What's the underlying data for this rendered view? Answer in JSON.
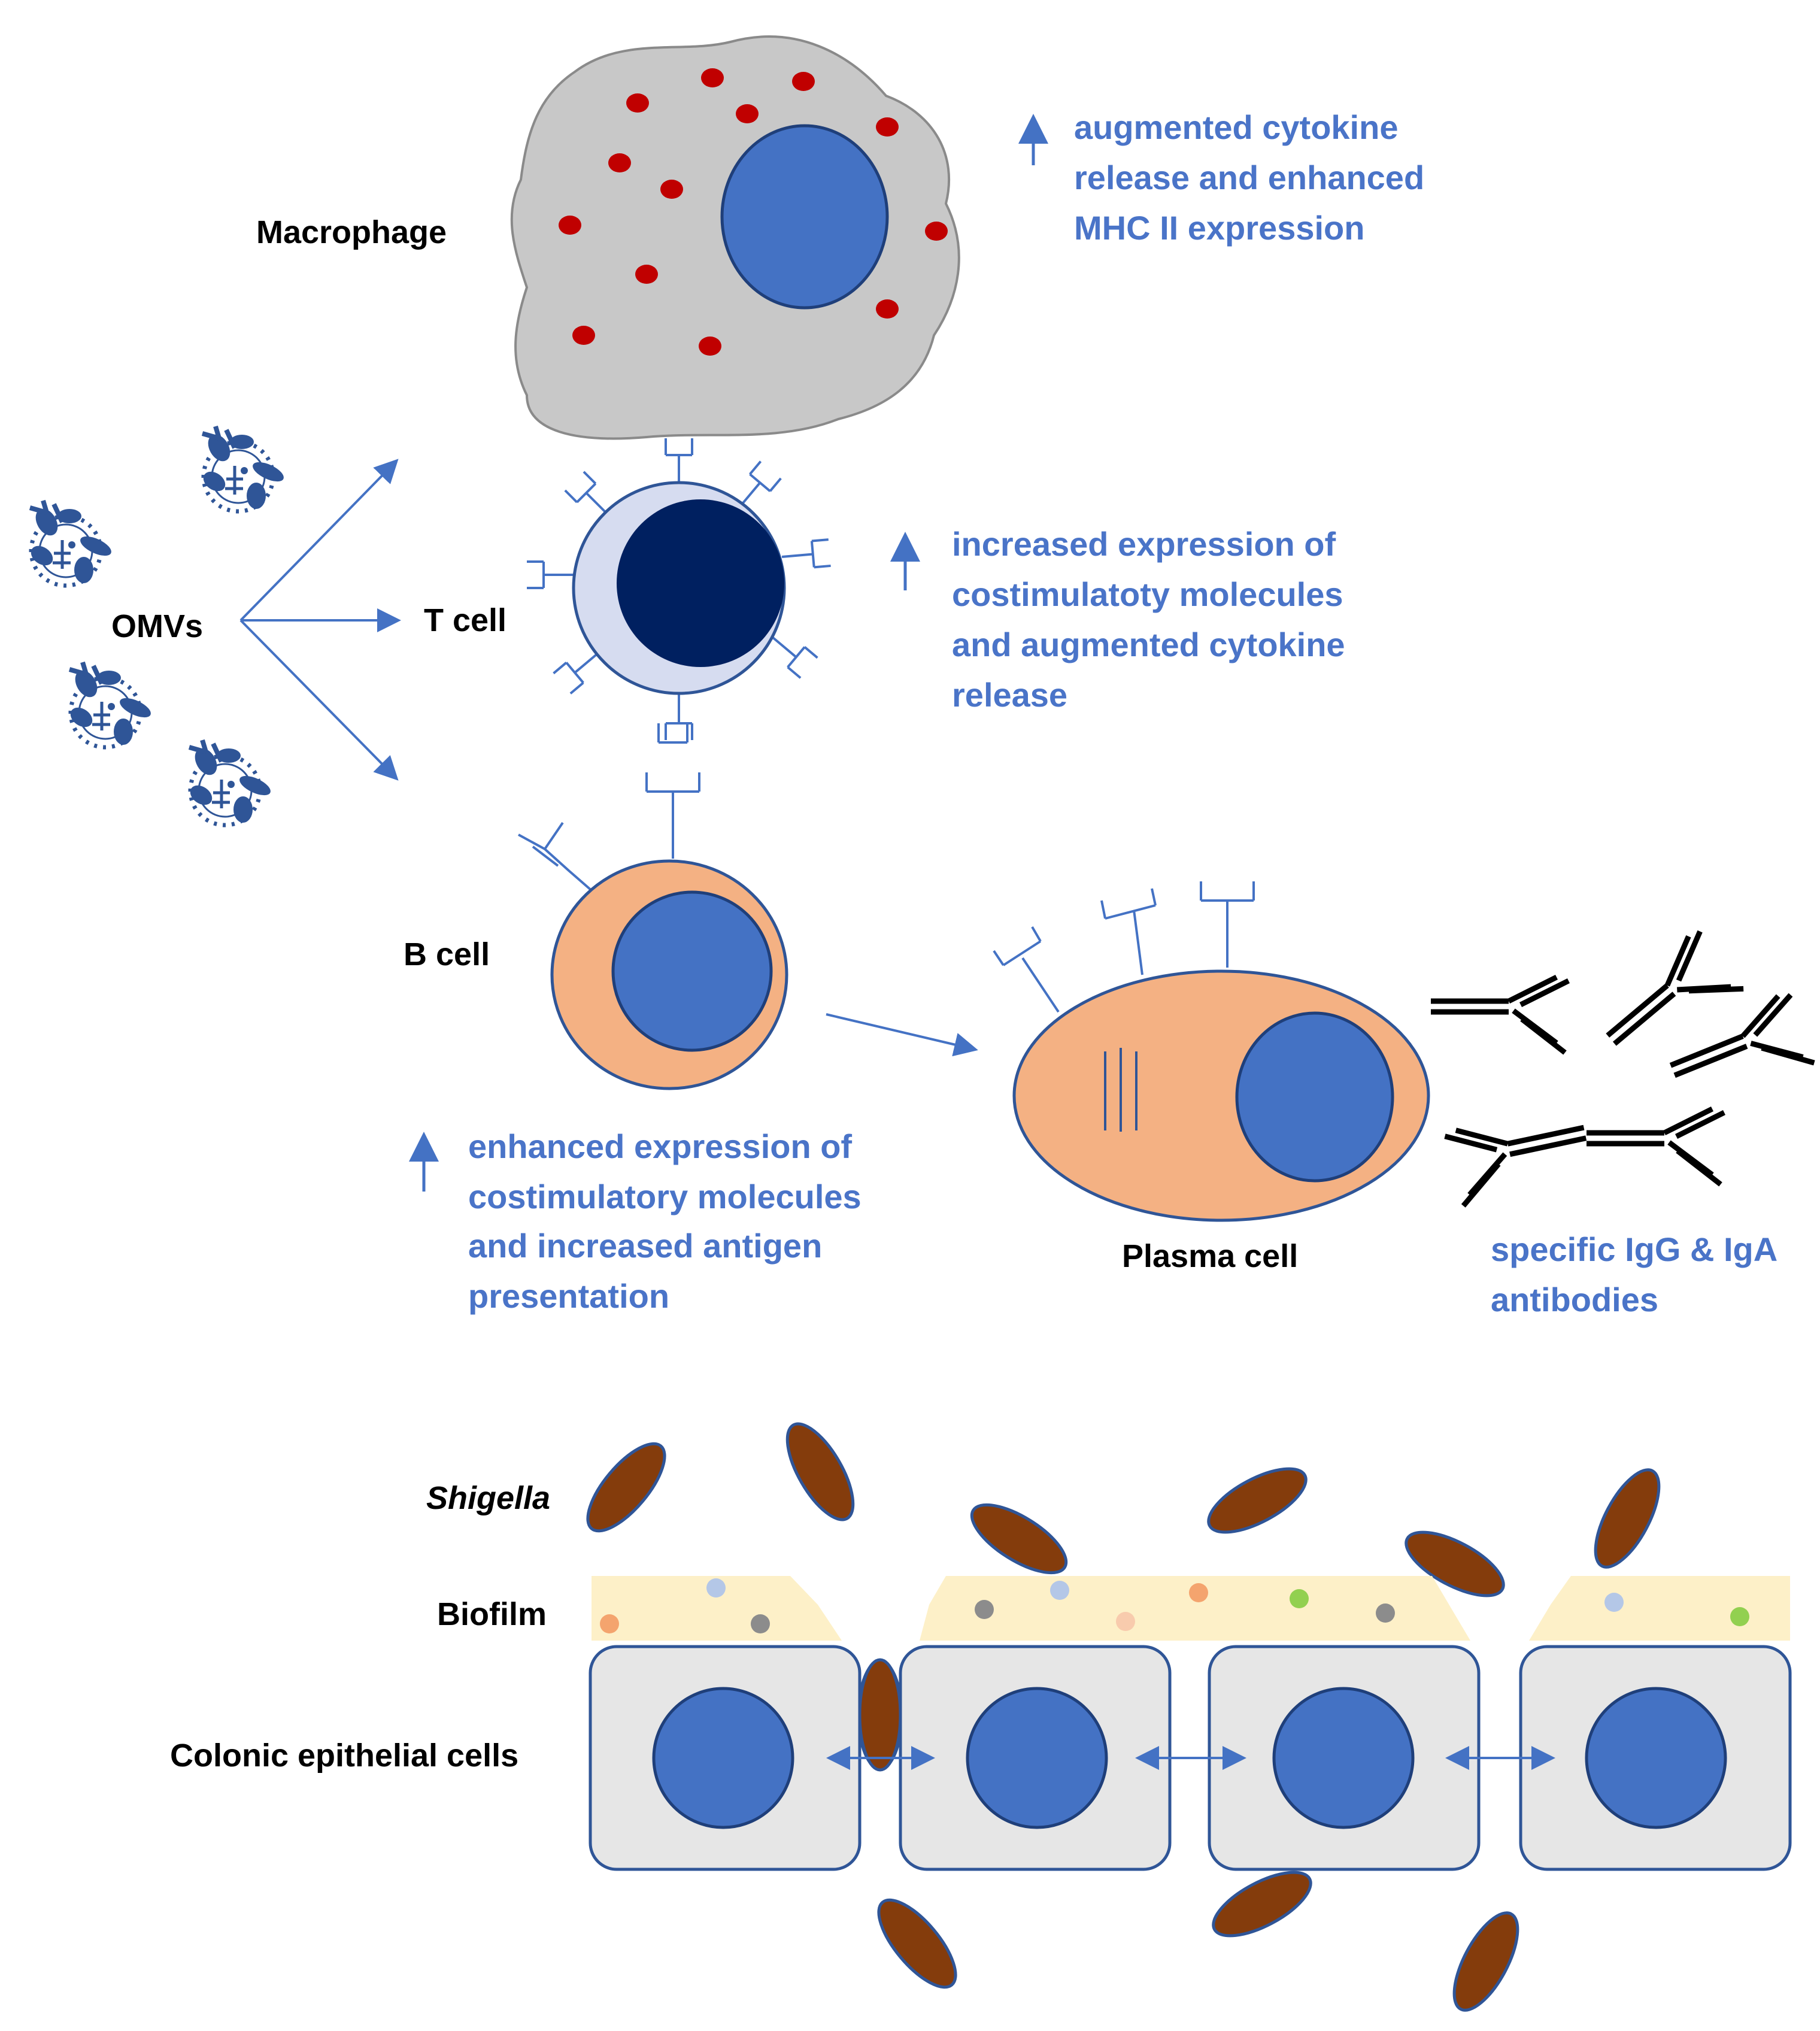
{
  "labels": {
    "macrophage": "Macrophage",
    "omvs": "OMVs",
    "t_cell": "T cell",
    "b_cell": "B cell",
    "plasma_cell": "Plasma cell",
    "shigella": "Shigella",
    "biofilm": "Biofilm",
    "colonic": "Colonic epithelial cells"
  },
  "annotations": {
    "macrophage": [
      "augmented cytokine",
      "release and enhanced",
      "MHC II expression"
    ],
    "t_cell": [
      "increased expression of",
      "costimulatoty molecules",
      "and augmented cytokine",
      "release"
    ],
    "b_cell": [
      "enhanced expression of",
      "costimulatory molecules",
      "and increased antigen",
      "presentation"
    ],
    "antibodies": [
      "specific IgG & IgA",
      "antibodies"
    ]
  },
  "colors": {
    "accent_blue": "#4a74c8",
    "nucleus_blue": "#4472c4",
    "t_cell_nucleus": "#002060",
    "cell_peach": "#f4b183",
    "macrophage_gray": "#c8c8c8",
    "granule_red": "#c00000",
    "shigella_brown": "#843c0c",
    "biofilm_yellow": "#fdf0c8",
    "epithelial_gray": "#e6e6e6"
  }
}
